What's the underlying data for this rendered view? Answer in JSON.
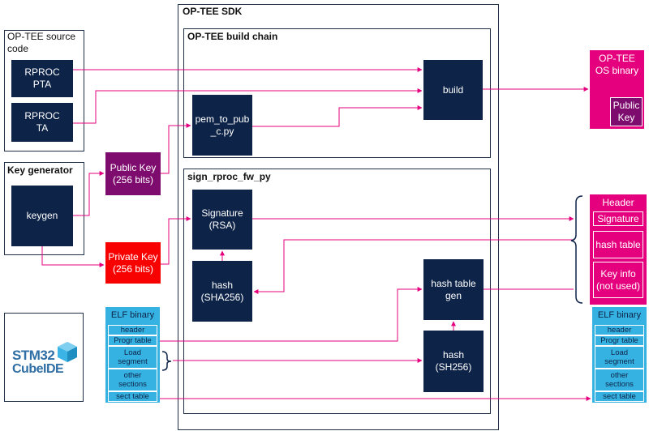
{
  "sdk": {
    "title": "OP-TEE  SDK"
  },
  "build_chain": {
    "title": "OP-TEE build chain",
    "pem_to_pub": "pem_to_pub\n_c.py",
    "build": "build"
  },
  "sign_fw": {
    "title": "sign_rproc_fw_py",
    "signature": "Signature\n(RSA)",
    "hash_sha256": "hash\n(SHA256)",
    "hash_table_gen": "hash table\ngen",
    "hash_sh256": "hash\n(SH256)"
  },
  "source": {
    "title": "OP-TEE source\ncode",
    "pta": "RPROC\nPTA",
    "ta": "RPROC\nTA"
  },
  "keygen_group": {
    "title": "Key generator",
    "keygen": "keygen"
  },
  "public_key": "Public Key\n(256 bits)",
  "private_key": "Private Key\n(256 bits)",
  "os_binary": {
    "title": "OP-TEE\nOS binary",
    "public_key": "Public\nKey"
  },
  "header_block": {
    "title": "Header",
    "signature": "Signature",
    "hash_table": "hash table",
    "key_info": "Key info\n(not used)"
  },
  "elf_left": {
    "title": "ELF binary",
    "rows": [
      "header",
      "Progr table",
      "Load\nsegment",
      "other\nsections",
      "sect table"
    ]
  },
  "elf_right": {
    "title": "ELF binary",
    "rows": [
      "header",
      "Progr table",
      "Load\nsegment",
      "other\nsections",
      "sect table"
    ]
  },
  "stm32": {
    "line1": "STM32",
    "line2": "CubeIDE"
  },
  "colors": {
    "navy": "#0d2348",
    "magenta": "#e5007e",
    "purple": "#7e0b6e",
    "red": "#f80101",
    "cyan": "#36b2e2",
    "arrow": "#e5007e"
  }
}
